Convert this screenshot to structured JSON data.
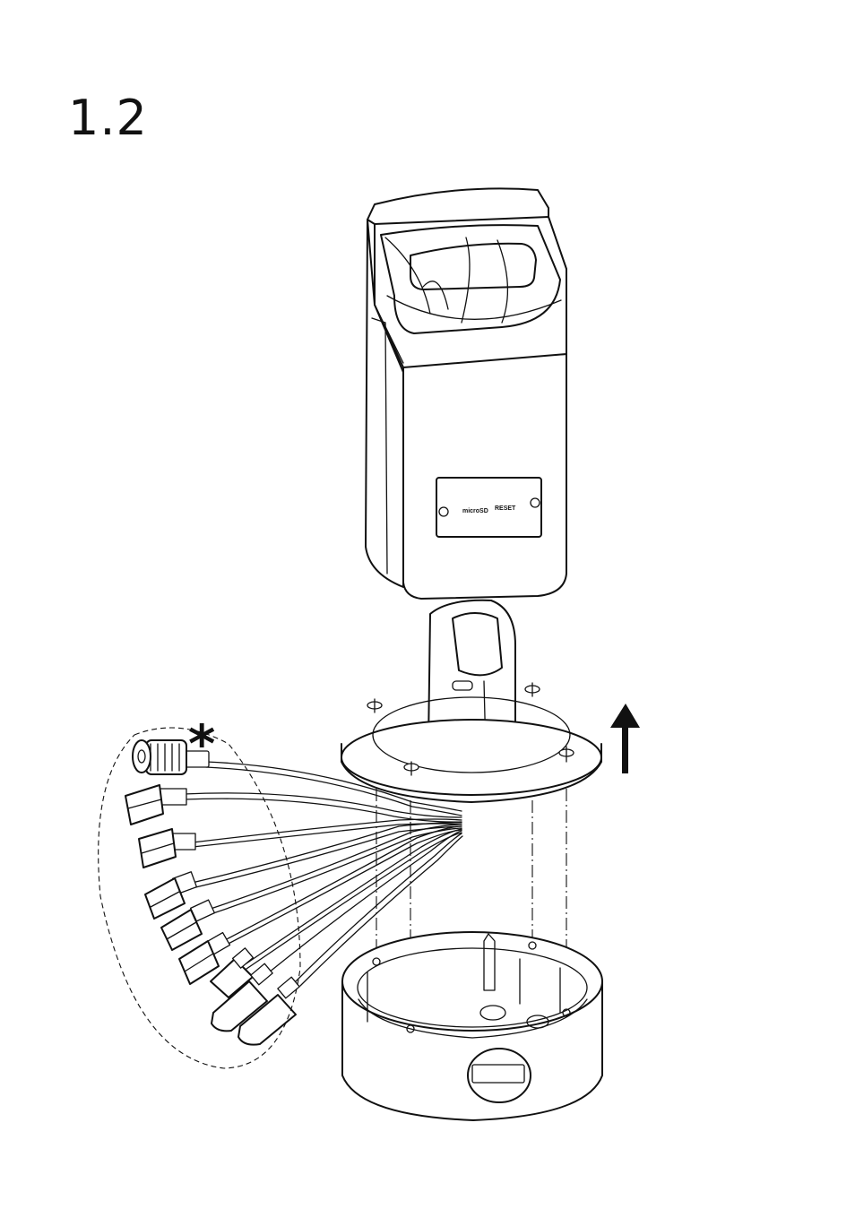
{
  "step": {
    "number": "1.2"
  },
  "camera": {
    "label_panel": {
      "microsd": "microSD",
      "reset": "RESET"
    }
  },
  "annotation": {
    "asterisk": "*"
  },
  "icons": [
    "up-arrow-icon",
    "asterisk-icon"
  ]
}
